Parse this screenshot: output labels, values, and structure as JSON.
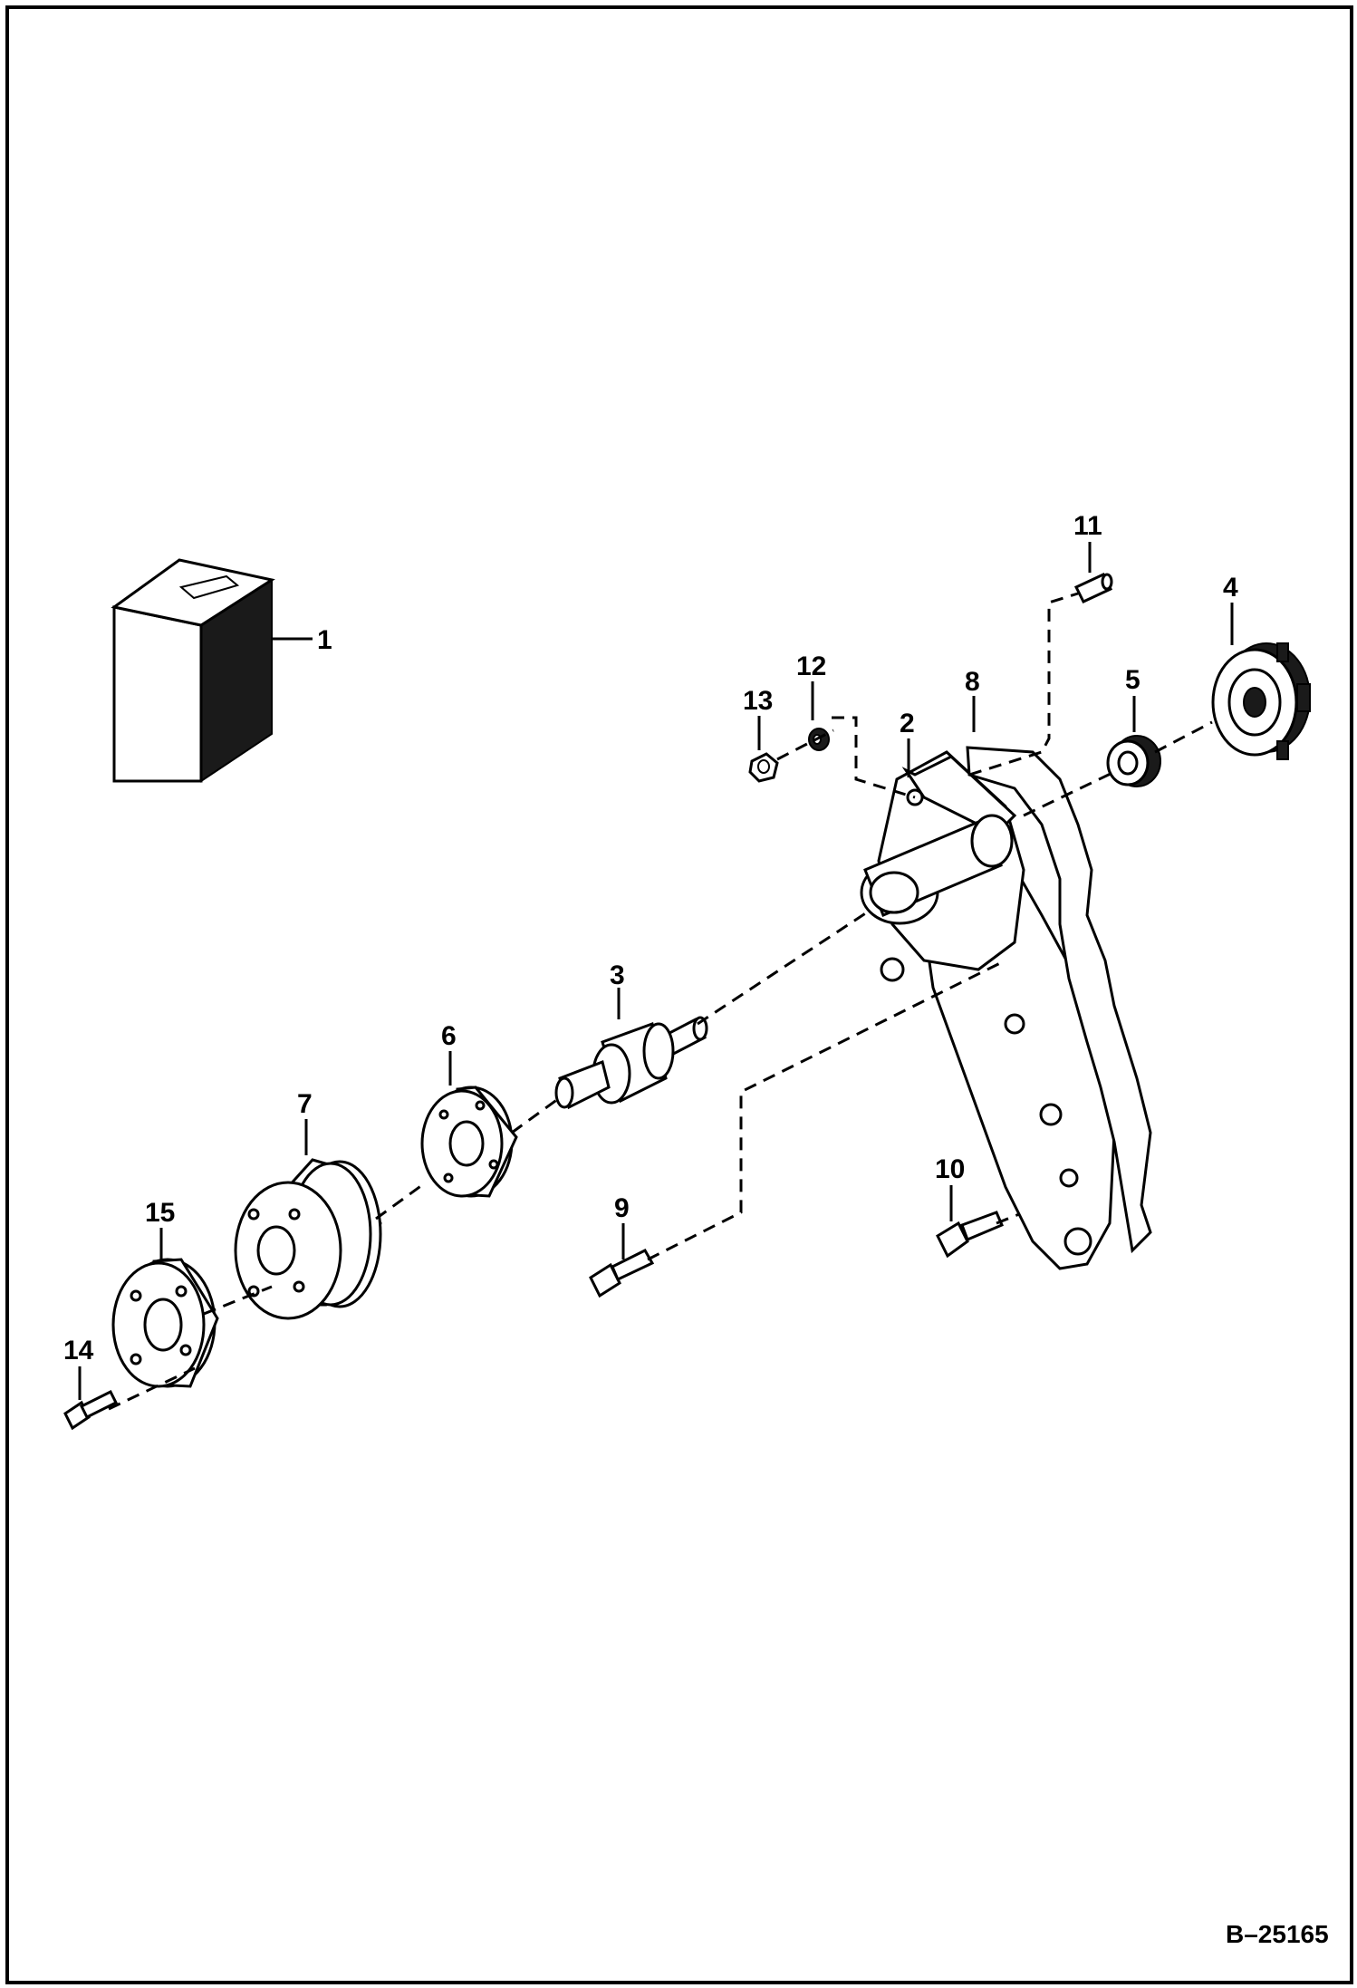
{
  "drawing_id": "B–25165",
  "callouts": [
    {
      "id": "c1",
      "label": "1"
    },
    {
      "id": "c2",
      "label": "2"
    },
    {
      "id": "c3",
      "label": "3"
    },
    {
      "id": "c4",
      "label": "4"
    },
    {
      "id": "c5",
      "label": "5"
    },
    {
      "id": "c6",
      "label": "6"
    },
    {
      "id": "c7",
      "label": "7"
    },
    {
      "id": "c8",
      "label": "8"
    },
    {
      "id": "c9",
      "label": "9"
    },
    {
      "id": "c10",
      "label": "10"
    },
    {
      "id": "c11",
      "label": "11"
    },
    {
      "id": "c12",
      "label": "12"
    },
    {
      "id": "c13",
      "label": "13"
    },
    {
      "id": "c14",
      "label": "14"
    },
    {
      "id": "c15",
      "label": "15"
    }
  ]
}
